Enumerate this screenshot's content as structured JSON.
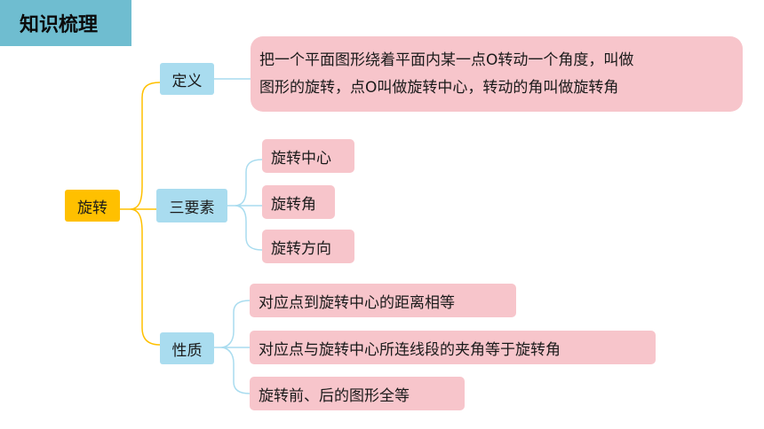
{
  "title": "知识梳理",
  "root": "旋转",
  "definition": {
    "label": "定义",
    "text_line1": "把一个平面图形绕着平面内某一点O转动一个角度，叫做",
    "text_line2": "图形的旋转，点O叫做旋转中心，转动的角叫做旋转角"
  },
  "elements": {
    "label": "三要素",
    "items": [
      "旋转中心",
      "旋转角",
      "旋转方向"
    ]
  },
  "properties": {
    "label": "性质",
    "items": [
      "对应点到旋转中心的距离相等",
      "对应点与旋转中心所连线段的夹角等于旋转角",
      "旋转前、后的图形全等"
    ]
  },
  "colors": {
    "title_bg": "#6fbdd0",
    "root_bg": "#ffc000",
    "level1_bg": "#a9dcef",
    "level2_bg": "#f7c5cb",
    "root_connector": "#ffc000",
    "sub_connector": "#a9dcef"
  }
}
